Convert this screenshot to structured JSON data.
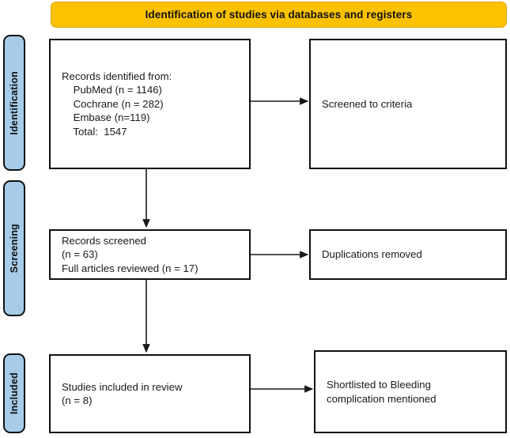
{
  "banner": {
    "title": "Identification of studies via databases and registers",
    "fill_color": "#fcc200",
    "border_color": "#d9a406",
    "text_color": "#111111"
  },
  "stages": [
    {
      "id": "identification",
      "label": "Identification",
      "fill_color": "#a6ccea",
      "border_color": "#111111"
    },
    {
      "id": "screening",
      "label": "Screening",
      "fill_color": "#a6ccea",
      "border_color": "#111111"
    },
    {
      "id": "included",
      "label": "Included",
      "fill_color": "#a6ccea",
      "border_color": "#111111"
    }
  ],
  "boxes": {
    "records_identified": {
      "text": "Records identified from:\n    PubMed (n = 1146)\n    Cochrane (n = 282)\n    Embase (n=119)\n    Total:  1547"
    },
    "screened_criteria": {
      "text": "Screened to criteria"
    },
    "records_screened": {
      "text": "Records screened\n(n = 63)\nFull articles reviewed (n = 17)"
    },
    "duplications_removed": {
      "text": "Duplications removed"
    },
    "studies_included": {
      "text": "Studies included in review\n(n = 8)"
    },
    "shortlisted": {
      "text": "Shortlisted to Bleeding\ncomplication mentioned"
    }
  },
  "chart_data": {
    "type": "diagram",
    "diagram_type": "PRISMA flow diagram",
    "title": "Identification of studies via databases and registers",
    "stages": [
      "Identification",
      "Screening",
      "Included"
    ],
    "nodes": [
      {
        "id": "records_identified",
        "stage": "Identification",
        "column": "left",
        "label": "Records identified from: PubMed (n = 1146), Cochrane (n = 282), Embase (n=119), Total: 1547"
      },
      {
        "id": "screened_criteria",
        "stage": "Identification",
        "column": "right",
        "label": "Screened to criteria"
      },
      {
        "id": "records_screened",
        "stage": "Screening",
        "column": "left",
        "label": "Records screened (n = 63); Full articles reviewed (n = 17)"
      },
      {
        "id": "duplications_removed",
        "stage": "Screening",
        "column": "right",
        "label": "Duplications removed"
      },
      {
        "id": "studies_included",
        "stage": "Included",
        "column": "left",
        "label": "Studies included in review (n = 8)"
      },
      {
        "id": "shortlisted",
        "stage": "Included",
        "column": "right",
        "label": "Shortlisted to Bleeding complication mentioned"
      }
    ],
    "edges": [
      {
        "from": "records_identified",
        "to": "screened_criteria",
        "direction": "right"
      },
      {
        "from": "records_identified",
        "to": "records_screened",
        "direction": "down"
      },
      {
        "from": "records_screened",
        "to": "duplications_removed",
        "direction": "right"
      },
      {
        "from": "records_screened",
        "to": "studies_included",
        "direction": "down"
      },
      {
        "from": "studies_included",
        "to": "shortlisted",
        "direction": "right"
      }
    ],
    "counts": {
      "pubmed": 1146,
      "cochrane": 282,
      "embase": 119,
      "total_identified": 1547,
      "records_screened": 63,
      "full_articles_reviewed": 17,
      "studies_included": 8
    }
  }
}
